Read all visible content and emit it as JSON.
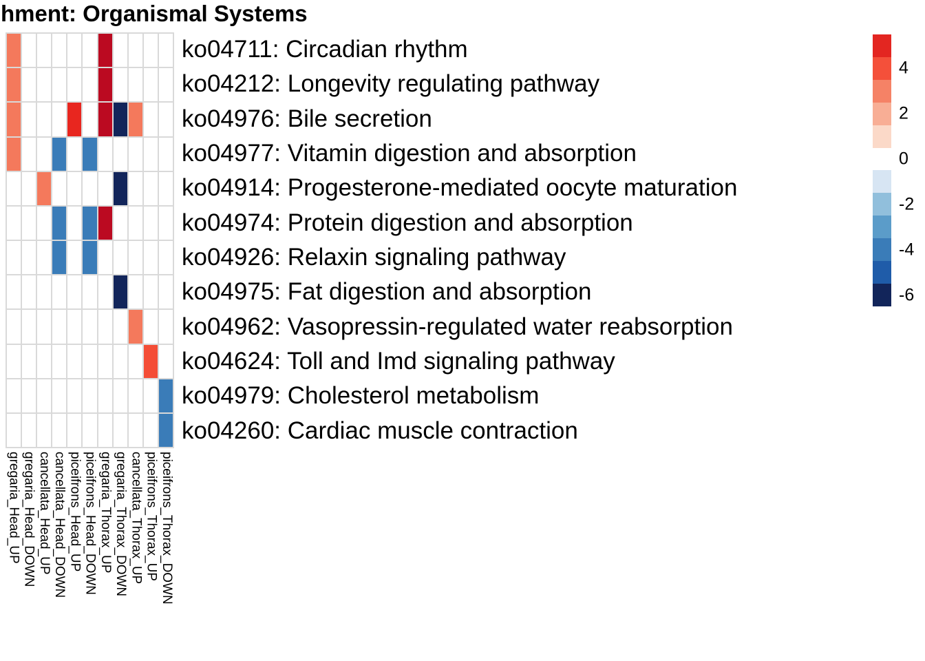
{
  "title": "hment: Organismal Systems",
  "chart_data": {
    "type": "heatmap",
    "title": "hment: Organismal Systems",
    "columns": [
      "gregaria_Head_UP",
      "gregaria_Head_DOWN",
      "cancellata_Head_UP",
      "cancellata_Head_DOWN",
      "piceifrons_Head_UP",
      "piceifrons_Head_DOWN",
      "gregaria_Thorax_UP",
      "gregaria_Thorax_DOWN",
      "cancellata_Thorax_UP",
      "piceifrons_Thorax_UP",
      "piceifrons_Thorax_DOWN"
    ],
    "rows": [
      "ko04711: Circadian rhythm",
      "ko04212: Longevity regulating pathway",
      "ko04976: Bile secretion",
      "ko04977: Vitamin digestion and absorption",
      "ko04914: Progesterone-mediated oocyte maturation",
      "ko04974: Protein digestion and absorption",
      "ko04926: Relaxin signaling pathway",
      "ko04975: Fat digestion and absorption",
      "ko04962: Vasopressin-regulated water reabsorption",
      "ko04624: Toll and Imd signaling pathway",
      "ko04979: Cholesterol metabolism",
      "ko04260: Cardiac muscle contraction"
    ],
    "matrix": [
      [
        3,
        null,
        null,
        null,
        null,
        null,
        6,
        null,
        null,
        null,
        null
      ],
      [
        3,
        null,
        null,
        null,
        null,
        null,
        6,
        null,
        null,
        null,
        null
      ],
      [
        3,
        null,
        null,
        null,
        5,
        null,
        6,
        -6,
        3,
        null,
        null
      ],
      [
        3,
        null,
        null,
        -4,
        null,
        -4,
        null,
        null,
        null,
        null,
        null
      ],
      [
        null,
        null,
        3,
        null,
        null,
        null,
        null,
        -6,
        null,
        null,
        null
      ],
      [
        null,
        null,
        null,
        -4,
        null,
        -4,
        6,
        null,
        null,
        null,
        null
      ],
      [
        null,
        null,
        null,
        -4,
        null,
        -4,
        null,
        null,
        null,
        null,
        null
      ],
      [
        null,
        null,
        null,
        null,
        null,
        null,
        null,
        -6,
        null,
        null,
        null
      ],
      [
        null,
        null,
        null,
        null,
        null,
        null,
        null,
        null,
        3,
        null,
        null
      ],
      [
        null,
        null,
        null,
        null,
        null,
        null,
        null,
        null,
        null,
        4,
        null
      ],
      [
        null,
        null,
        null,
        null,
        null,
        null,
        null,
        null,
        null,
        null,
        -4
      ],
      [
        null,
        null,
        null,
        null,
        null,
        null,
        null,
        null,
        null,
        null,
        -4
      ]
    ],
    "value_colors": {
      "6": "#bb0a21",
      "5": "#e8261f",
      "4": "#f44d36",
      "3": "#f4795c",
      "-4": "#3a7cb8",
      "-6": "#12255a"
    },
    "empty_color": "#ffffff",
    "grid_line_color": "#d9d9d9",
    "legend": {
      "blocks": [
        {
          "value": 5,
          "color": "#e32621"
        },
        {
          "value": 4,
          "color": "#f4503a"
        },
        {
          "value": 3,
          "color": "#f58266"
        },
        {
          "value": 2,
          "color": "#f8ae95"
        },
        {
          "value": 1,
          "color": "#fbd9c8"
        },
        {
          "value": 0,
          "color": "#ffffff"
        },
        {
          "value": -1,
          "color": "#d7e5f3"
        },
        {
          "value": -2,
          "color": "#91bfdc"
        },
        {
          "value": -3,
          "color": "#5b9cc9"
        },
        {
          "value": -4,
          "color": "#3a7cb8"
        },
        {
          "value": -5,
          "color": "#1f5ca9"
        },
        {
          "value": -6,
          "color": "#12255a"
        }
      ],
      "tick_labels": [
        "4",
        "2",
        "0",
        "-2",
        "-4",
        "-6"
      ],
      "tick_values": [
        4,
        2,
        0,
        -2,
        -4,
        -6
      ]
    }
  }
}
